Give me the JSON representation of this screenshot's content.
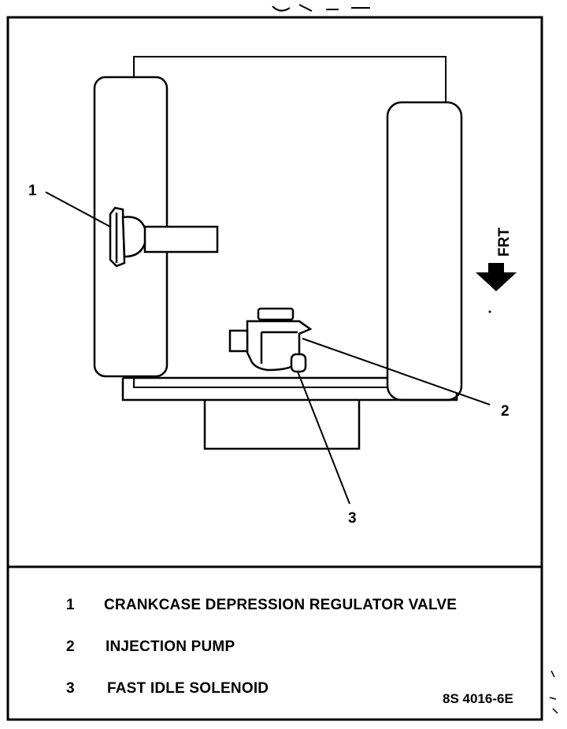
{
  "header_fragment": "",
  "callouts": [
    {
      "number": "1",
      "label": "CRANKCASE DEPRESSION REGULATOR VALVE"
    },
    {
      "number": "2",
      "label": "INJECTION PUMP"
    },
    {
      "number": "3",
      "label": "FAST IDLE SOLENOID"
    }
  ],
  "direction_label": "FRT",
  "figure_id": "8S 4016-6E",
  "colors": {
    "ink": "#000000",
    "paper": "#ffffff"
  }
}
